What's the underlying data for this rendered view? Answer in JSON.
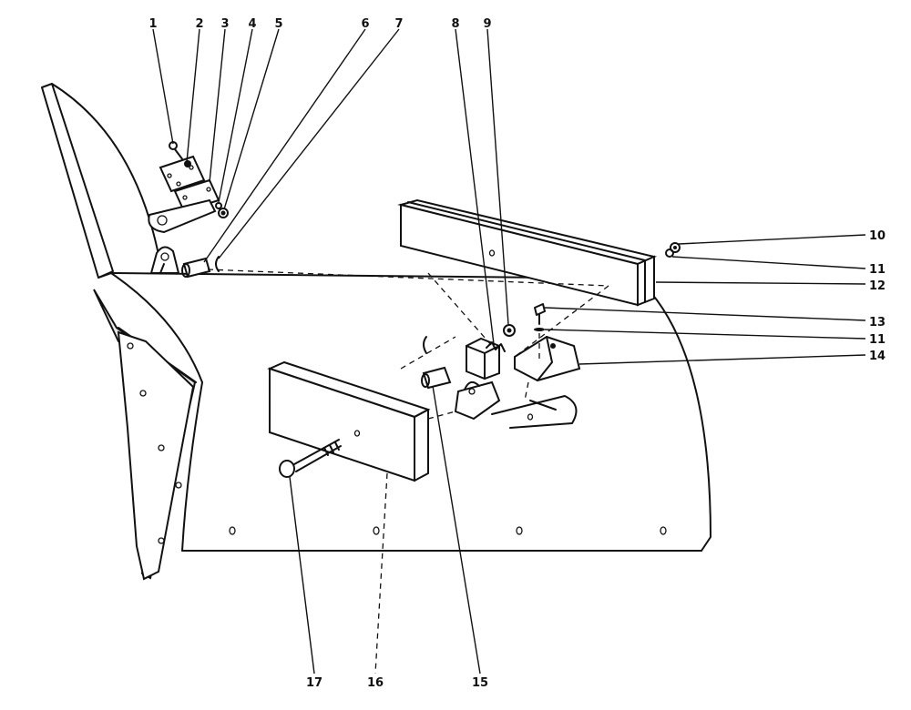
{
  "callouts": {
    "c1": "1",
    "c2": "2",
    "c3": "3",
    "c4": "4",
    "c5": "5",
    "c6": "6",
    "c7": "7",
    "c8": "8",
    "c9": "9",
    "c10": "10",
    "c11a": "11",
    "c12": "12",
    "c13": "13",
    "c11b": "11",
    "c14": "14",
    "c15": "15",
    "c16": "16",
    "c17": "17"
  }
}
